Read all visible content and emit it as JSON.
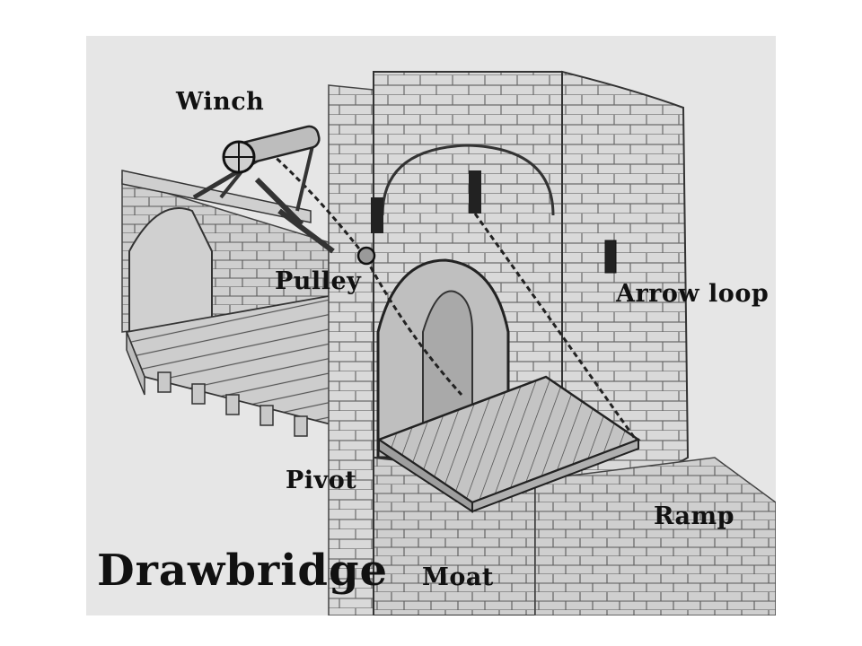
{
  "diagram": {
    "title": "Drawbridge",
    "labels": {
      "winch": "Winch",
      "pulley": "Pulley",
      "arrow_loop": "Arrow loop",
      "pivot": "Pivot",
      "ramp": "Ramp",
      "moat": "Moat"
    },
    "colors": {
      "paper": "#e6e6e6",
      "stone_stroke": "#555555",
      "ink": "#111111",
      "wood": "#bdbdbd"
    }
  }
}
